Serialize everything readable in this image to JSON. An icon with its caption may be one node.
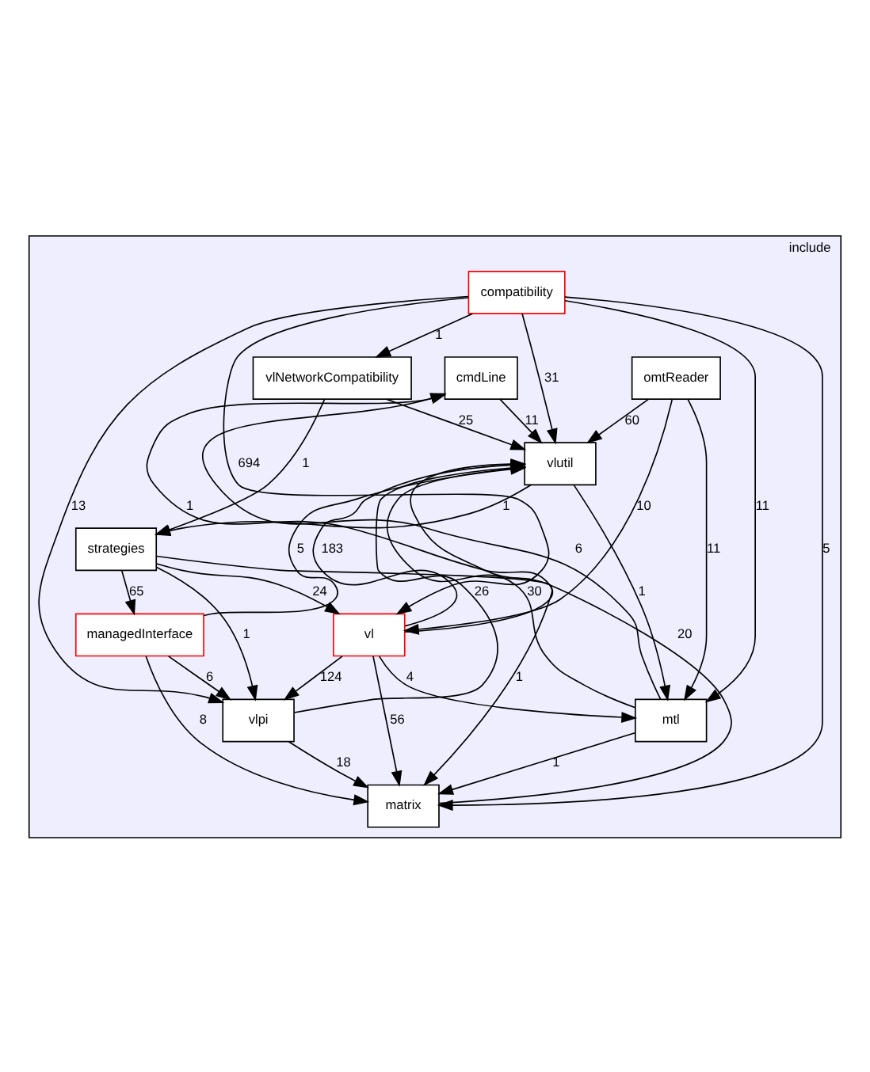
{
  "diagram": {
    "nodes": [
      {
        "text": [
          "include"
        ]
      },
      {
        "text": [
          "compatibility"
        ],
        "in": 0
      },
      {
        "text": [
          "vlNetworkCompatibility"
        ],
        "in": 0
      },
      {
        "text": [
          "omtReader"
        ],
        "in": 0
      },
      {
        "text": [
          "cmdLine"
        ],
        "in": 0
      },
      {
        "text": [
          "vlutil"
        ],
        "in": 0
      },
      {
        "text": [
          "strategies"
        ],
        "in": 0
      },
      {
        "text": [
          "managedInterface"
        ],
        "in": 0
      },
      {
        "text": [
          "vl"
        ],
        "in": 0
      },
      {
        "text": [
          "vlpi"
        ],
        "in": 0
      },
      {
        "text": [
          "mtl"
        ],
        "in": 0
      },
      {
        "text": [
          "matrix"
        ],
        "in": 0
      }
    ],
    "edges": [
      {
        "from": 1,
        "to": 2,
        "arrow": "to",
        "label": "1"
      },
      {
        "from": 1,
        "to": 5,
        "arrow": "to",
        "label": "31"
      },
      {
        "from": 1,
        "to": 9,
        "arrow": "to",
        "label": "13"
      },
      {
        "from": 1,
        "to": 8,
        "arrow": "to",
        "label": "694"
      },
      {
        "from": 1,
        "to": 10,
        "arrow": "to",
        "label": "11"
      },
      {
        "from": 1,
        "to": 11,
        "arrow": "to",
        "label": "5"
      },
      {
        "from": 2,
        "to": 5,
        "arrow": "to",
        "label": "25"
      },
      {
        "from": 2,
        "to": 6,
        "arrow": "to",
        "label": "1"
      },
      {
        "from": 3,
        "to": 5,
        "arrow": "to",
        "label": "60"
      },
      {
        "from": 3,
        "to": 8,
        "arrow": "to",
        "label": "10"
      },
      {
        "from": 3,
        "to": 10,
        "arrow": "to",
        "label": "11"
      },
      {
        "from": 4,
        "to": 5,
        "arrow": "to",
        "label": "11"
      },
      {
        "from": 5,
        "to": 6,
        "arrow": "to",
        "label": "1"
      },
      {
        "from": 5,
        "to": 10,
        "arrow": "to",
        "label": "1"
      },
      {
        "from": 6,
        "to": 7,
        "arrow": "to",
        "label": "65"
      },
      {
        "from": 6,
        "to": 8,
        "arrow": "to",
        "label": "24"
      },
      {
        "from": 6,
        "to": 9,
        "arrow": "to",
        "label": "1"
      },
      {
        "from": 6,
        "to": 11,
        "arrow": "to",
        "label": "1"
      },
      {
        "from": 7,
        "to": 5,
        "arrow": "to",
        "label": "5"
      },
      {
        "from": 7,
        "to": 9,
        "arrow": "to",
        "label": "6"
      },
      {
        "from": 7,
        "to": 11,
        "arrow": "to",
        "label": "8"
      },
      {
        "from": 8,
        "to": 5,
        "arrow": "to",
        "label": "183"
      },
      {
        "from": 8,
        "to": 4,
        "arrow": "to",
        "label": "1"
      },
      {
        "from": 8,
        "to": 9,
        "arrow": "to",
        "label": "124"
      },
      {
        "from": 8,
        "to": 10,
        "arrow": "to",
        "label": "4"
      },
      {
        "from": 8,
        "to": 11,
        "arrow": "to",
        "label": "56"
      },
      {
        "from": 9,
        "to": 5,
        "arrow": "to",
        "label": "26"
      },
      {
        "from": 9,
        "to": 11,
        "arrow": "to",
        "label": "18"
      },
      {
        "from": 10,
        "to": 5,
        "arrow": "to",
        "label": "30"
      },
      {
        "from": 10,
        "to": 4,
        "arrow": "to",
        "label": "6"
      },
      {
        "from": 10,
        "to": 11,
        "arrow": "to",
        "label": "1"
      },
      {
        "from": 11,
        "to": 5,
        "arrow": "to",
        "label": "20"
      }
    ]
  }
}
